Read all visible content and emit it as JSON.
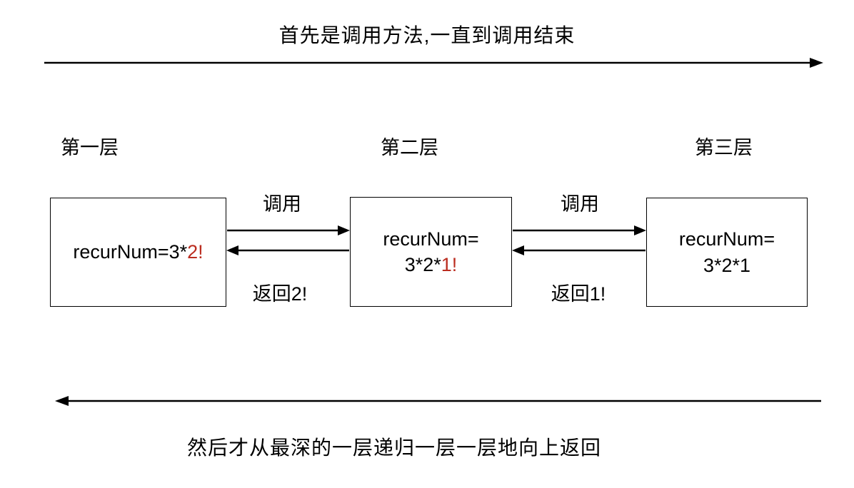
{
  "top": {
    "caption": "首先是调用方法,一直到调用结束"
  },
  "bottom": {
    "caption": "然后才从最深的一层递归一层一层地向上返回"
  },
  "colors": {
    "text": "#000000",
    "highlight_red": "#bb2d20",
    "background": "#ffffff"
  },
  "layers": [
    {
      "label": "第一层",
      "box": {
        "line1_pre": "recurNum=3*",
        "line1_red": "2!"
      }
    },
    {
      "label": "第二层",
      "box": {
        "line1_pre": "recurNum=",
        "line2_pre": "3*2*",
        "line2_red": "1!"
      }
    },
    {
      "label": "第三层",
      "box": {
        "line1_pre": "recurNum=",
        "line2_pre": "3*2*1",
        "line2_red": ""
      }
    }
  ],
  "transitions": [
    {
      "call_label": "调用",
      "return_label": "返回2!"
    },
    {
      "call_label": "调用",
      "return_label": "返回1!"
    }
  ]
}
